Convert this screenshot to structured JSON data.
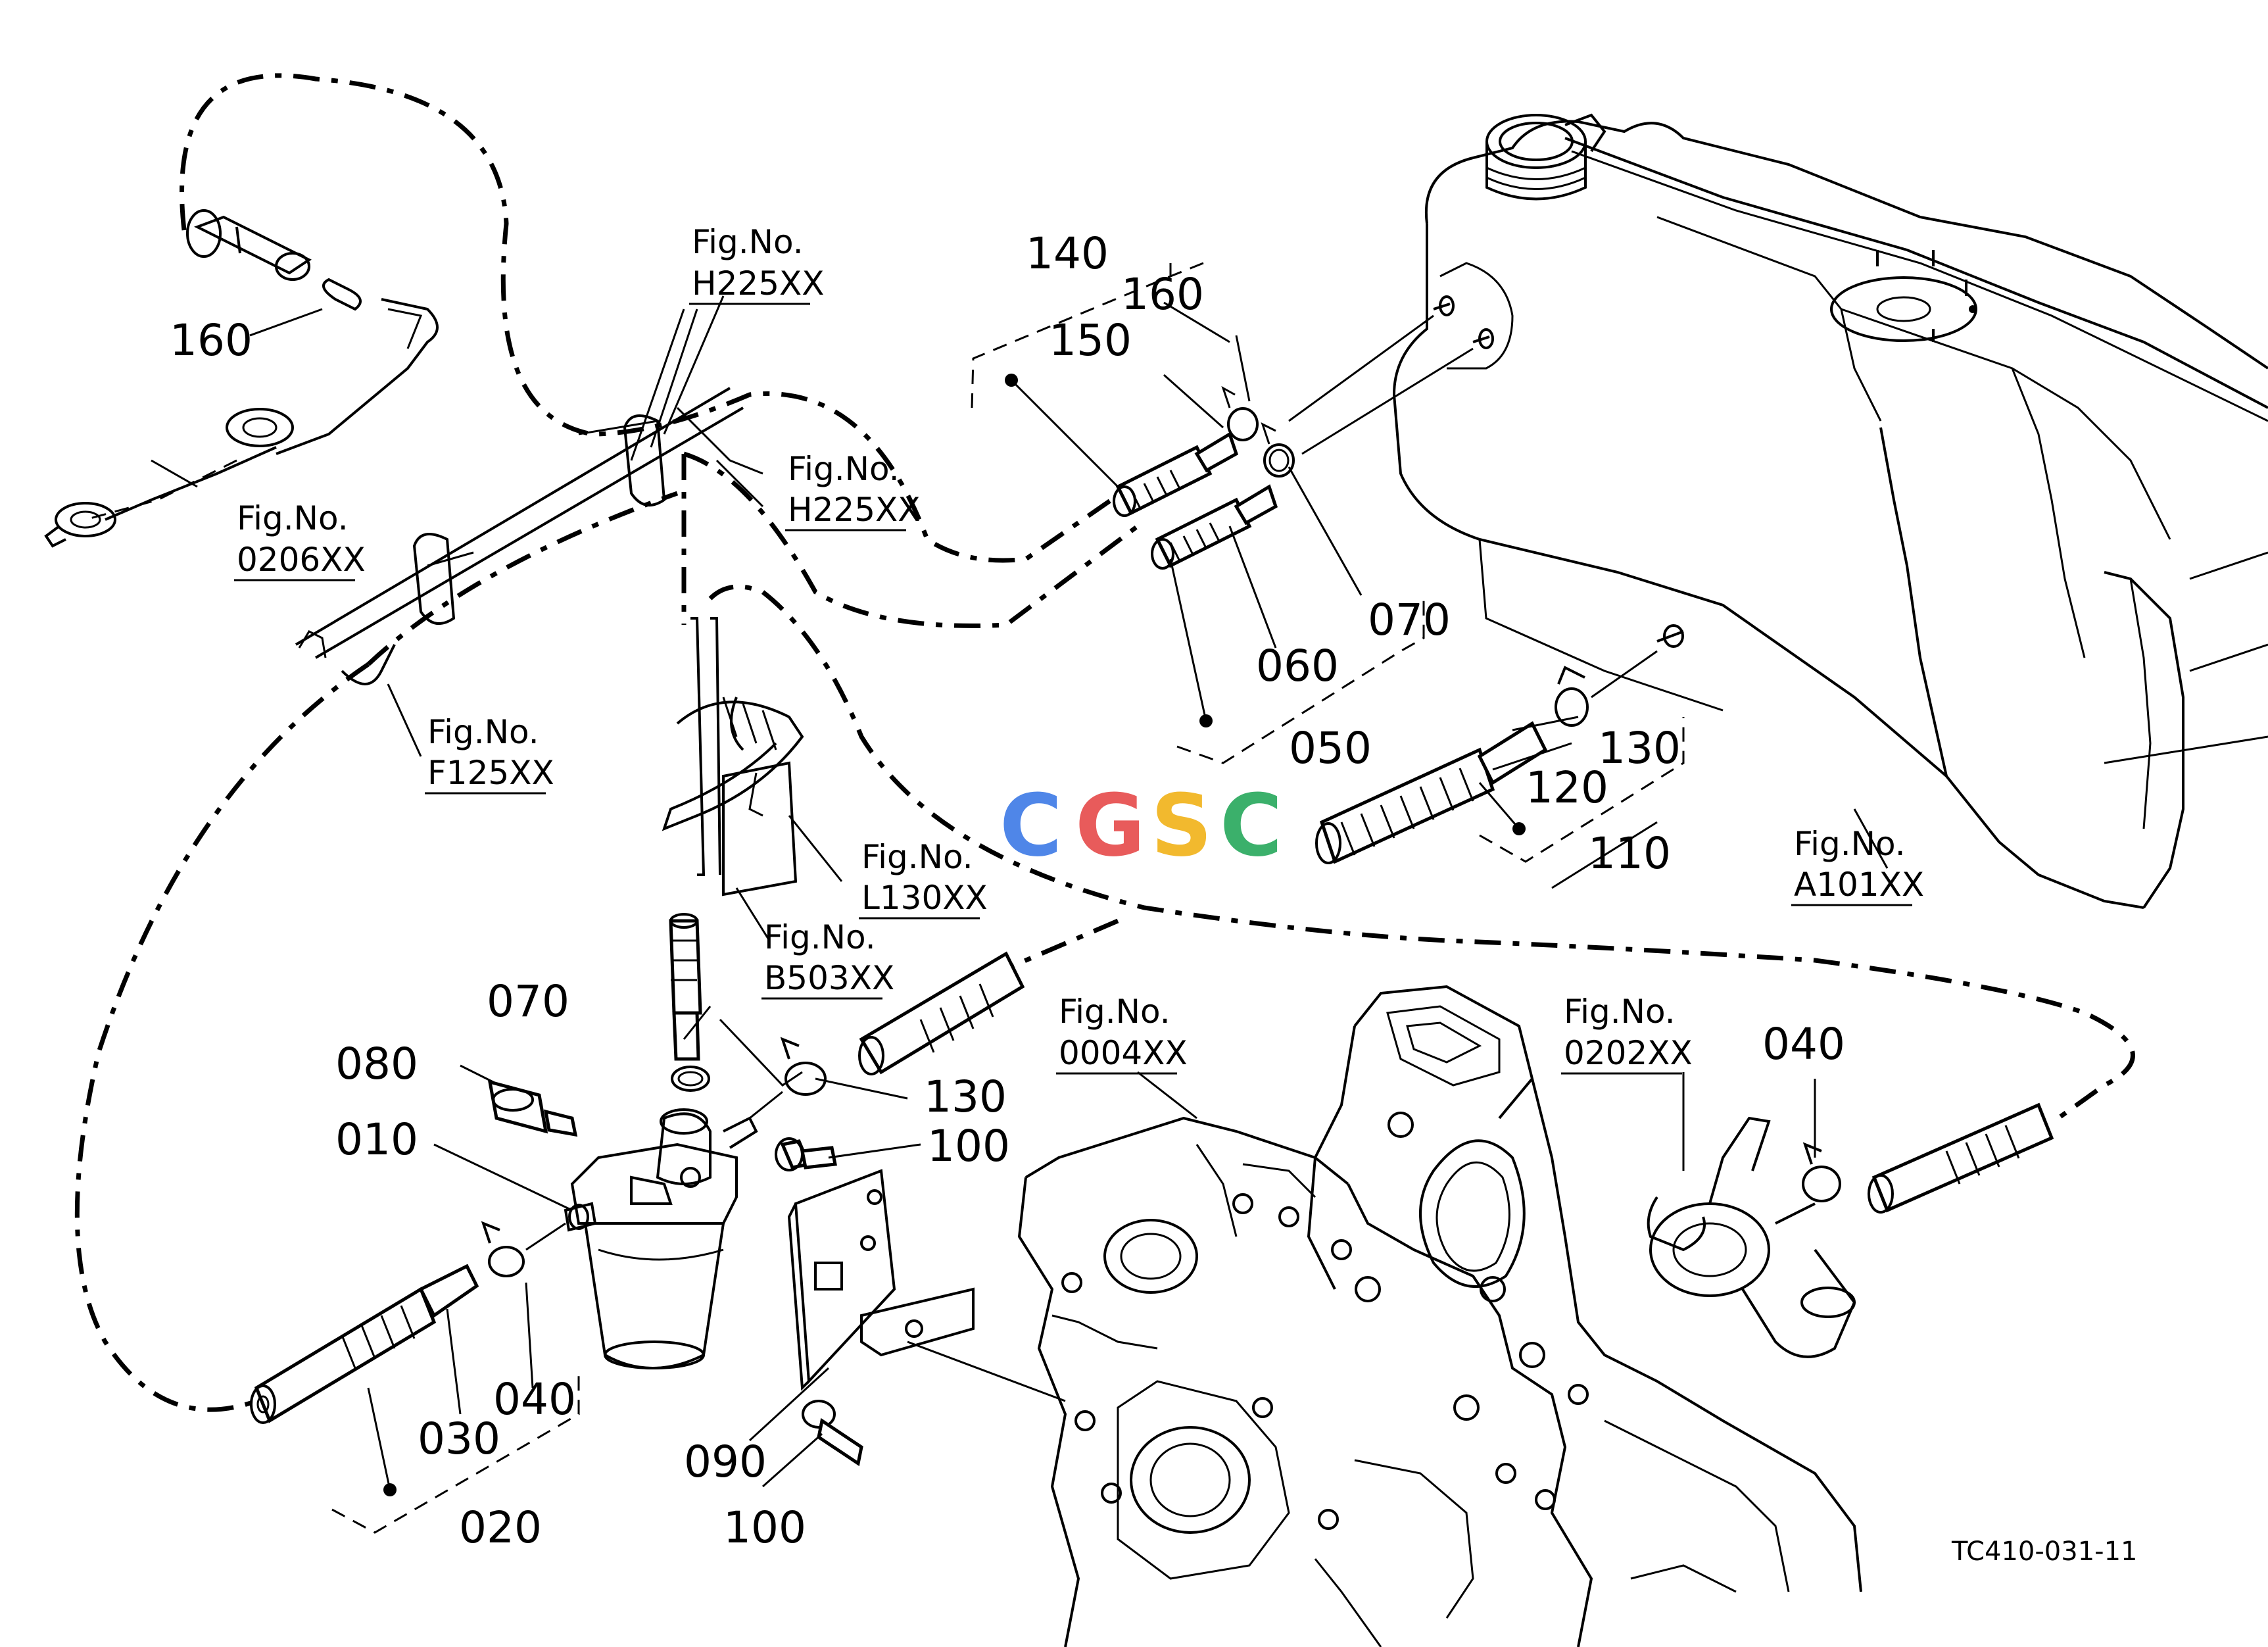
{
  "drawing_code": "TC410-031-11",
  "watermark": "CGSC",
  "watermark_colors": [
    "#4f86e8",
    "#e85b5b",
    "#f2b92e",
    "#3bb06b"
  ],
  "part_numbers": {
    "p160a": "160",
    "p140": "140",
    "p160b": "160",
    "p150": "150",
    "p070a": "070",
    "p060": "060",
    "p050": "050",
    "p130a": "130",
    "p120": "120",
    "p110": "110",
    "p070b": "070",
    "p080": "080",
    "p010": "010",
    "p130b": "130",
    "p100a": "100",
    "p040a": "040",
    "p030": "030",
    "p020": "020",
    "p090": "090",
    "p100b": "100",
    "p040b": "040"
  },
  "figure_refs": {
    "h225_top": {
      "label": "Fig.No.",
      "code": "H225XX"
    },
    "h225_mid": {
      "label": "Fig.No.",
      "code": "H225XX"
    },
    "f0206": {
      "label": "Fig.No.",
      "code": "0206XX"
    },
    "f125": {
      "label": "Fig.No.",
      "code": "F125XX"
    },
    "l130": {
      "label": "Fig.No.",
      "code": "L130XX"
    },
    "b503": {
      "label": "Fig.No.",
      "code": "B503XX"
    },
    "a101": {
      "label": "Fig.No.",
      "code": "A101XX"
    },
    "f0004": {
      "label": "Fig.No.",
      "code": "0004XX"
    },
    "f0202": {
      "label": "Fig.No.",
      "code": "0202XX"
    }
  }
}
